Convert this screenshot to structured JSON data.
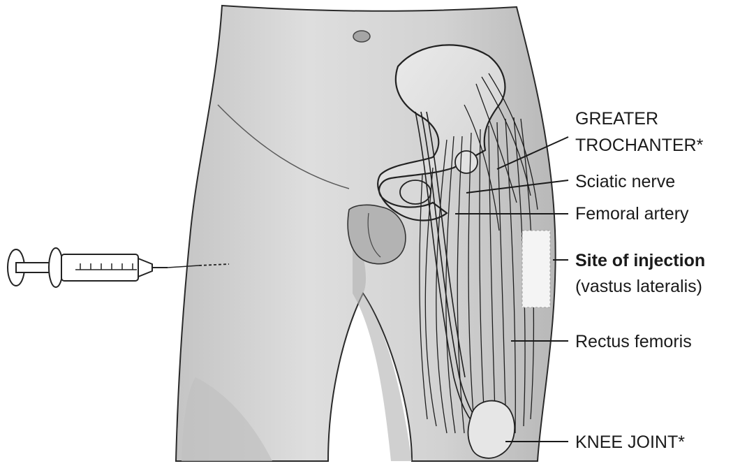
{
  "labels": {
    "greater_trochanter_line1": "GREATER",
    "greater_trochanter_line2": "TROCHANTER*",
    "sciatic_nerve": "Sciatic nerve",
    "femoral_artery": "Femoral artery",
    "site_of_injection": "Site of injection",
    "vastus_lateralis": "(vastus lateralis)",
    "rectus_femoris": "Rectus femoris",
    "knee_joint": "KNEE JOINT*"
  },
  "colors": {
    "line": "#1a1a1a",
    "skin": "#d8d8d8",
    "skin_dark": "#b5b5b5",
    "injection_site": "#f4f4f4"
  }
}
